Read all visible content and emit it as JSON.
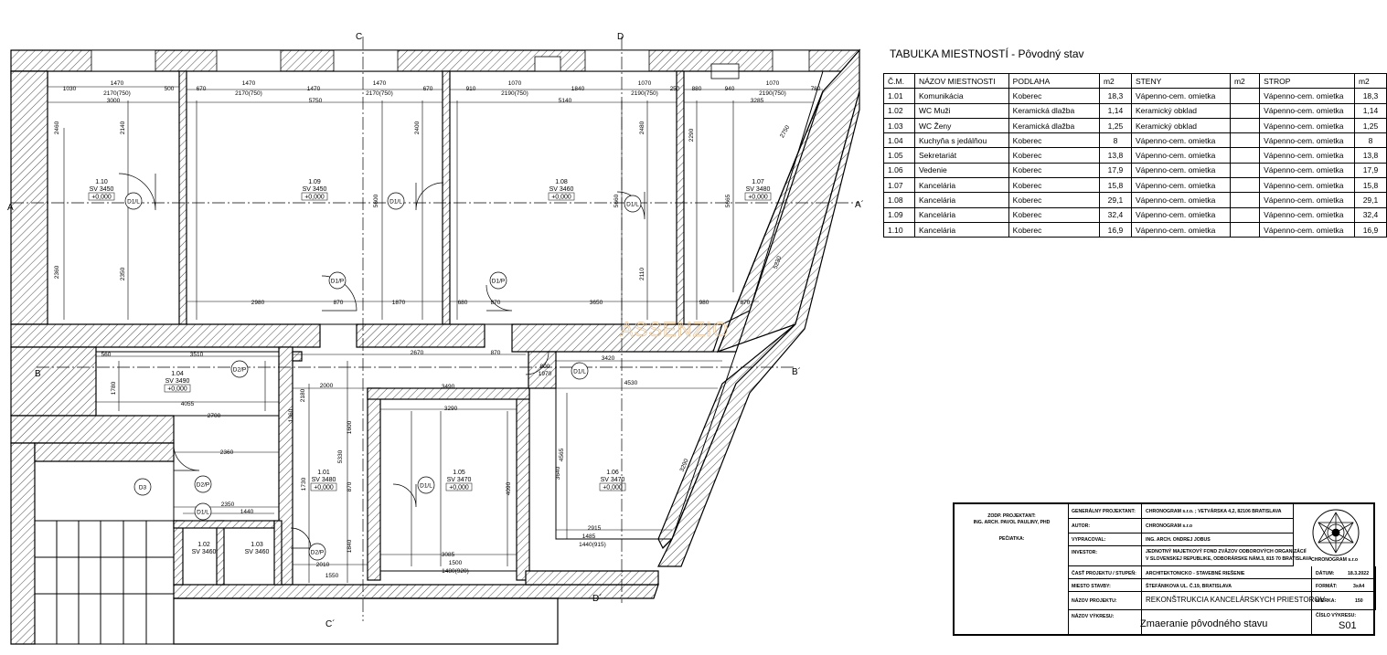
{
  "sections": {
    "c_top": "C",
    "c_bottom": "C´",
    "d_top": "D",
    "d_bottom": "D´",
    "a_left": "A",
    "a_right": "A´",
    "b_left": "B",
    "b_right": "B´"
  },
  "watermark": "ASSENZIO",
  "plan_rooms": [
    {
      "num": "1.10",
      "sv": "SV 3450",
      "lvl": "+0,000"
    },
    {
      "num": "1.09",
      "sv": "SV 3450",
      "lvl": "+0,000"
    },
    {
      "num": "1.08",
      "sv": "SV 3460",
      "lvl": "+0,000"
    },
    {
      "num": "1.07",
      "sv": "SV 3480",
      "lvl": "+0,000"
    },
    {
      "num": "1.04",
      "sv": "SV 3490",
      "lvl": "+0,000"
    },
    {
      "num": "1.01",
      "sv": "SV 3480",
      "lvl": "+0,000"
    },
    {
      "num": "1.05",
      "sv": "SV 3470",
      "lvl": "+0,000"
    },
    {
      "num": "1.06",
      "sv": "SV 3470",
      "lvl": "+0,000"
    },
    {
      "num": "1.02",
      "sv": "SV 3460",
      "lvl": ""
    },
    {
      "num": "1.03",
      "sv": "SV 3460",
      "lvl": ""
    }
  ],
  "doors": [
    "D1/L",
    "D1/L",
    "D1/L",
    "D1/P",
    "D1/P",
    "D1/L",
    "D2/P",
    "D2/P",
    "D2/P",
    "D3",
    "D1/L",
    "D1/L"
  ],
  "dims": {
    "d1470a": "1470",
    "d2170a": "2170(750)",
    "d1030": "1030",
    "d3000": "3000",
    "d500": "500",
    "d670a": "670",
    "d1470b": "1470",
    "d2170b": "2170(750)",
    "d1470c": "1470",
    "d1470d": "1470",
    "d2170c": "2170(750)",
    "d670b": "670",
    "d5750": "5750",
    "d910": "910",
    "d1070a": "1070",
    "d2190a": "2190(750)",
    "d1840": "1840",
    "d1070b": "1070",
    "d2190b": "2190(750)",
    "d5140": "5140",
    "d250": "250",
    "d880": "880",
    "d940": "940",
    "d1070c": "1070",
    "d2190c": "2190(750)",
    "d780": "780",
    "d3285": "3285",
    "d2980": "2980",
    "d870a": "870",
    "d1870": "1870",
    "d680": "680",
    "d870b": "870",
    "d3650": "3650",
    "d980": "980",
    "d870c": "870",
    "d3510": "3510",
    "d560": "560",
    "d2670": "2670",
    "d870d": "870",
    "d4055": "4055",
    "d2700": "2700",
    "d2000": "2000",
    "d3490": "3490",
    "d3420": "3420",
    "d4530": "4530",
    "d3290": "3290",
    "d2360": "2360",
    "d2350": "2350",
    "d1440": "1440",
    "d2915": "2915",
    "d1485": "1485",
    "d1440b": "1440(915)",
    "d3085": "3085",
    "d1500": "1500",
    "d1480": "1480(920)",
    "d2010": "2010",
    "d1550": "1550",
    "d800a": "800",
    "d1970a": "1970",
    "v2460": "2460",
    "v2140": "2140",
    "v2400": "2400",
    "v2480": "2480",
    "v2290": "2290",
    "v2750": "2750",
    "v5600": "5600",
    "v5660": "5660",
    "v5665": "5665",
    "v2360a": "2360",
    "v2350": "2350",
    "v2110": "2110",
    "v4565": "4565",
    "v3640": "3640",
    "v4090": "4090",
    "v5330": "5330",
    "v1600": "1600",
    "v1730": "1730",
    "v1840": "1840",
    "v5230": "5230",
    "v3290b": "3290",
    "v870": "870",
    "v1780": "1780",
    "v1360": "1360",
    "v2180": "2180"
  },
  "rooms_table": {
    "title": "TABUĽKA MIESTNOSTÍ - Pôvodný stav",
    "headers": [
      "Č.M.",
      "NÁZOV MIESTNOSTI",
      "PODLAHA",
      "m2",
      "STENY",
      "m2",
      "STROP",
      "m2"
    ],
    "rows": [
      [
        "1.01",
        "Komunikácia",
        "Koberec",
        "18,3",
        "Vápenno-cem. omietka",
        "",
        "Vápenno-cem. omietka",
        "18,3"
      ],
      [
        "1.02",
        "WC Muži",
        "Keramická dlažba",
        "1,14",
        "Keramický obklad",
        "",
        "Vápenno-cem. omietka",
        "1,14"
      ],
      [
        "1.03",
        "WC Ženy",
        "Keramická dlažba",
        "1,25",
        "Keramický obklad",
        "",
        "Vápenno-cem. omietka",
        "1,25"
      ],
      [
        "1.04",
        "Kuchyňa s jedálňou",
        "Koberec",
        "8",
        "Vápenno-cem. omietka",
        "",
        "Vápenno-cem. omietka",
        "8"
      ],
      [
        "1.05",
        "Sekretariát",
        "Koberec",
        "13,8",
        "Vápenno-cem. omietka",
        "",
        "Vápenno-cem. omietka",
        "13,8"
      ],
      [
        "1.06",
        "Vedenie",
        "Koberec",
        "17,9",
        "Vápenno-cem. omietka",
        "",
        "Vápenno-cem. omietka",
        "17,9"
      ],
      [
        "1.07",
        "Kancelária",
        "Koberec",
        "15,8",
        "Vápenno-cem. omietka",
        "",
        "Vápenno-cem. omietka",
        "15,8"
      ],
      [
        "1.08",
        "Kancelária",
        "Koberec",
        "29,1",
        "Vápenno-cem. omietka",
        "",
        "Vápenno-cem. omietka",
        "29,1"
      ],
      [
        "1.09",
        "Kancelária",
        "Koberec",
        "32,4",
        "Vápenno-cem. omietka",
        "",
        "Vápenno-cem. omietka",
        "32,4"
      ],
      [
        "1.10",
        "Kancelária",
        "Koberec",
        "16,9",
        "Vápenno-cem. omietka",
        "",
        "Vápenno-cem. omietka",
        "16,9"
      ]
    ]
  },
  "title_block": {
    "zodp_label": "ZODP. PROJEKTANT:",
    "zodp_value": "ING. ARCH. PAVOL PAULINY, PHD",
    "peciatka_label": "PEČIATKA:",
    "gen_label": "GENERÁLNY PROJEKTANT:",
    "gen_value": "CHRONOGRAM s.r.o. ; VETVÁRSKA 4,2, 82106 BRATISLAVA",
    "autor_label": "AUTOR:",
    "autor_value": "CHRONOGRAM s.r.o",
    "vypracoval_label": "VYPRACOVAL:",
    "vypracoval_value": "ING. ARCH. ONDREJ JOBUS",
    "investor_label": "INVESTOR:",
    "investor_line1": "JEDNOTNÝ MAJETKOVÝ FOND ZVÄZOV ODBOROVÝCH ORGANIZÁCIÍ",
    "investor_line2": "V SLOVENSKEJ REPUBLIKE, ODBORÁRSKE NÁM.3, 815 70 BRATISLAVA",
    "logo_caption": "CHRONOGRAM s.r.o",
    "cast_label": "ČASŤ PROJEKTU / STUPEŇ:",
    "cast_value": "ARCHITEKTONICKO - STAVEBNÉ RIEŠENIE",
    "datum_label": "DÁTUM:",
    "datum_value": "18.3.2022",
    "miesto_label": "MIESTO STAVBY:",
    "miesto_value": "ŠTEFÁNIKOVA UL. Č.19, BRATISLAVA",
    "format_label": "FORMÁT:",
    "format_value": "3xA4",
    "nazov_proj_label": "NÁZOV PROJEKTU:",
    "nazov_proj_value": "REKONŠTRUKCIA KANCELÁRSKYCH PRIESTOROV",
    "mierka_label": "MIERKA:",
    "mierka_value": "150",
    "nazov_vykresu_label": "NÁZOV VÝKRESU:",
    "nazov_vykresu_value": "Zmaeranie pôvodného stavu",
    "cislo_label": "ČÍSLO VÝKRESU:",
    "cislo_value": "S01"
  }
}
